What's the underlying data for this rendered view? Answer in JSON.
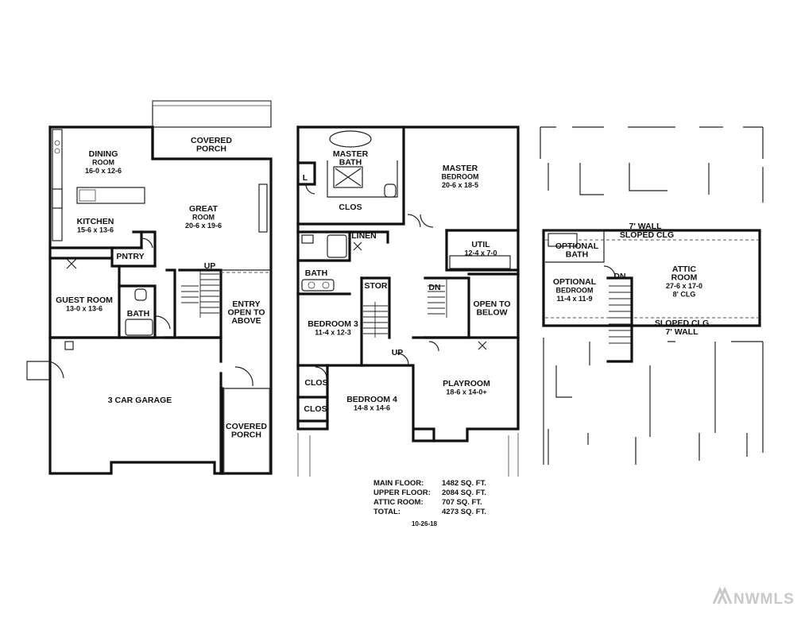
{
  "main_floor": {
    "rooms": [
      {
        "id": "dining",
        "lines": [
          "DINING",
          "ROOM",
          "16-0 x 12-6"
        ]
      },
      {
        "id": "covered_porch_top",
        "lines": [
          "COVERED",
          "PORCH"
        ]
      },
      {
        "id": "great",
        "lines": [
          "GREAT",
          "ROOM",
          "20-6 x 19-6"
        ]
      },
      {
        "id": "kitchen",
        "lines": [
          "KITCHEN",
          "15-6 x 13-6"
        ]
      },
      {
        "id": "pntry",
        "lines": [
          "PNTRY"
        ]
      },
      {
        "id": "guest",
        "lines": [
          "GUEST ROOM",
          "13-0 x 13-6"
        ]
      },
      {
        "id": "bath",
        "lines": [
          "BATH"
        ]
      },
      {
        "id": "entry",
        "lines": [
          "ENTRY",
          "OPEN TO",
          "ABOVE"
        ]
      },
      {
        "id": "up",
        "lines": [
          "UP"
        ]
      },
      {
        "id": "garage",
        "lines": [
          "3 CAR GARAGE"
        ]
      },
      {
        "id": "covered_porch_side",
        "lines": [
          "COVERED",
          "PORCH"
        ]
      }
    ]
  },
  "upper_floor": {
    "rooms": [
      {
        "id": "master_bath",
        "lines": [
          "MASTER",
          "BATH"
        ]
      },
      {
        "id": "master_bed",
        "lines": [
          "MASTER",
          "BEDROOM",
          "20-6 x 18-5"
        ]
      },
      {
        "id": "l",
        "lines": [
          "L"
        ]
      },
      {
        "id": "clos_master",
        "lines": [
          "CLOS"
        ]
      },
      {
        "id": "linen",
        "lines": [
          "LINEN"
        ]
      },
      {
        "id": "util",
        "lines": [
          "UTIL",
          "12-4 x 7-0"
        ]
      },
      {
        "id": "bath",
        "lines": [
          "BATH"
        ]
      },
      {
        "id": "stor",
        "lines": [
          "STOR"
        ]
      },
      {
        "id": "dn",
        "lines": [
          "DN"
        ]
      },
      {
        "id": "open_below",
        "lines": [
          "OPEN TO",
          "BELOW"
        ]
      },
      {
        "id": "bedroom3",
        "lines": [
          "BEDROOM 3",
          "11-4 x 12-3"
        ]
      },
      {
        "id": "up",
        "lines": [
          "UP"
        ]
      },
      {
        "id": "clos_a",
        "lines": [
          "CLOS"
        ]
      },
      {
        "id": "clos_b",
        "lines": [
          "CLOS"
        ]
      },
      {
        "id": "bedroom4",
        "lines": [
          "BEDROOM 4",
          "14-8 x 14-6"
        ]
      },
      {
        "id": "playroom",
        "lines": [
          "PLAYROOM",
          "18-6 x 14-0+"
        ]
      }
    ]
  },
  "attic_floor": {
    "rooms": [
      {
        "id": "wall_top",
        "lines": [
          "7' WALL"
        ]
      },
      {
        "id": "sloped_top",
        "lines": [
          "SLOPED CLG"
        ]
      },
      {
        "id": "opt_bath",
        "lines": [
          "OPTIONAL",
          "BATH"
        ]
      },
      {
        "id": "dn",
        "lines": [
          "DN"
        ]
      },
      {
        "id": "opt_bed",
        "lines": [
          "OPTIONAL",
          "BEDROOM",
          "11-4 x 11-9"
        ]
      },
      {
        "id": "attic_room",
        "lines": [
          "ATTIC",
          "ROOM",
          "27-6 x 17-0",
          "8' CLG"
        ]
      },
      {
        "id": "sloped_bottom",
        "lines": [
          "SLOPED CLG"
        ]
      },
      {
        "id": "wall_bottom",
        "lines": [
          "7' WALL"
        ]
      }
    ]
  },
  "summary": [
    {
      "label": "MAIN FLOOR:",
      "value": "1482 SQ. FT."
    },
    {
      "label": "UPPER FLOOR:",
      "value": "2084 SQ. FT."
    },
    {
      "label": "ATTIC ROOM:",
      "value": "707 SQ. FT."
    },
    {
      "label": "TOTAL:",
      "value": "4273 SQ. FT."
    }
  ],
  "date": "10-26-18",
  "watermark": "NWMLS"
}
